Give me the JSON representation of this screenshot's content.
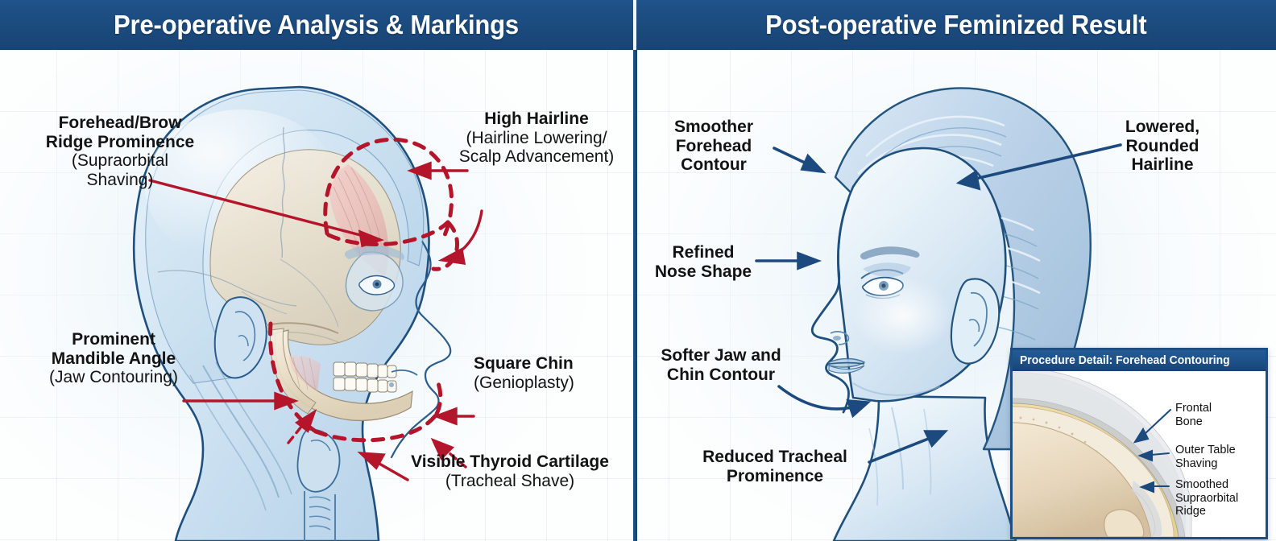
{
  "theme": {
    "header_blue": "#1b4a7d",
    "marking_red": "#b5152a",
    "arrow_navy": "#1c4a7e",
    "page_background": "#fdfefe"
  },
  "panels": {
    "left": {
      "header_title": "Pre-operative Analysis & Markings",
      "annotations": [
        {
          "name": "forehead-brow-ridge",
          "lines": [
            "Forehead/Brow",
            "Ridge Prominence"
          ],
          "sublines": [
            "(Supraorbital",
            "Shaving)"
          ]
        },
        {
          "name": "high-hairline",
          "lines": [
            "High Hairline"
          ],
          "sublines": [
            "(Hairline Lowering/",
            "Scalp Advancement)"
          ]
        },
        {
          "name": "prominent-mandible-angle",
          "lines": [
            "Prominent",
            "Mandible Angle"
          ],
          "sublines": [
            "(Jaw Contouring)"
          ]
        },
        {
          "name": "square-chin",
          "lines": [
            "Square Chin"
          ],
          "sublines": [
            "(Genioplasty)"
          ]
        },
        {
          "name": "visible-thyroid-cartilage",
          "lines": [
            "Visible Thyroid Cartilage"
          ],
          "sublines": [
            "(Tracheal Shave)"
          ]
        }
      ]
    },
    "right": {
      "header_title": "Post-operative Feminized Result",
      "annotations": [
        {
          "name": "smoother-forehead-contour",
          "lines": [
            "Smoother",
            "Forehead",
            "Contour"
          ],
          "sublines": []
        },
        {
          "name": "lowered-rounded-hairline",
          "lines": [
            "Lowered,",
            "Rounded",
            "Hairline"
          ],
          "sublines": []
        },
        {
          "name": "refined-nose-shape",
          "lines": [
            "Refined",
            "Nose Shape"
          ],
          "sublines": []
        },
        {
          "name": "softer-jaw-chin-contour",
          "lines": [
            "Softer Jaw and",
            "Chin Contour"
          ],
          "sublines": []
        },
        {
          "name": "reduced-tracheal-prominence",
          "lines": [
            "Reduced Tracheal",
            "Prominence"
          ],
          "sublines": []
        }
      ],
      "inset": {
        "title": "Procedure Detail: Forehead Contouring",
        "callouts": [
          {
            "name": "frontal-bone",
            "lines": [
              "Frontal",
              "Bone"
            ]
          },
          {
            "name": "outer-table-shaving",
            "lines": [
              "Outer Table",
              "Shaving"
            ]
          },
          {
            "name": "smoothed-supraorbital-ridge",
            "lines": [
              "Smoothed",
              "Supraorbital",
              "Ridge"
            ]
          }
        ]
      }
    }
  }
}
